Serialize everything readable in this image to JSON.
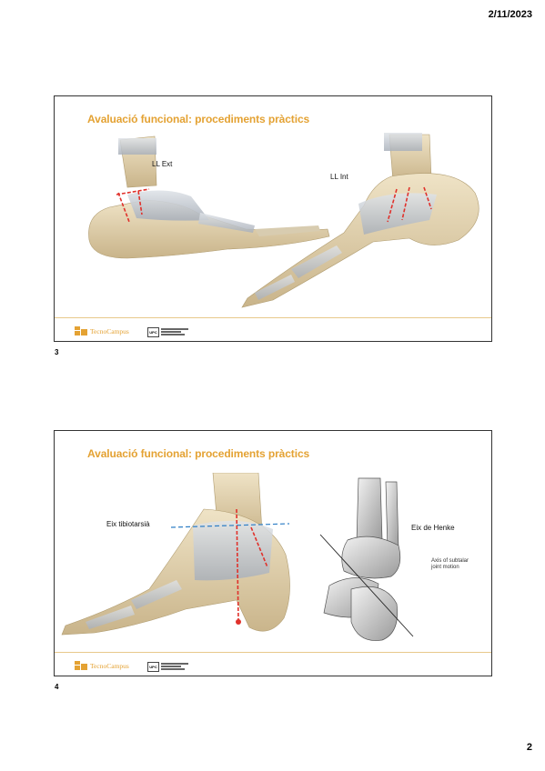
{
  "header": {
    "print_date": "2/11/2023"
  },
  "page": {
    "number": "2"
  },
  "slides": [
    {
      "index": "3",
      "title": "Avaluació funcional: procediments pràctics",
      "labels": {
        "lateral": "LL Ext",
        "medial": "LL Int"
      },
      "footer": {
        "logo": "TecnoCampus"
      }
    },
    {
      "index": "4",
      "title": "Avaluació funcional: procediments pràctics",
      "labels": {
        "tibiotarsal": "Eix tibiotarsià",
        "henke": "Eix de Henke",
        "subtalar": "Axis of subtalar joint motion"
      },
      "footer": {
        "logo": "TecnoCampus"
      }
    }
  ],
  "colors": {
    "title": "#e4a233",
    "ligament_line": "#e0312b",
    "axis_line": "#2f7fc6",
    "footer_rule": "#e8c98b"
  }
}
